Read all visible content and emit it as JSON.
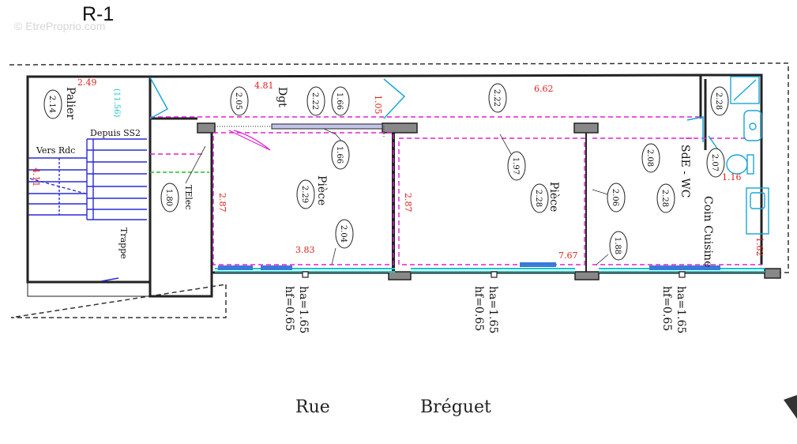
{
  "floor_label": "R-1",
  "watermark": "© EtreProprio.com",
  "rooms": {
    "palier": "Palier",
    "dgt": "Dgt",
    "piece1": "Pièce",
    "piece2": "Pièce",
    "sde_wc": "SdE - WC",
    "coin_cuisine": "Coin Cuisine"
  },
  "stairs": {
    "vers_rdc": "Vers Rdc",
    "depuis_ss2": "Depuis SS2",
    "trappe": "Trappe",
    "telec": "TElec"
  },
  "dimensions_red": {
    "d249": "2.49",
    "d481": "4.81",
    "d105": "1.05",
    "d662": "6.62",
    "d411": "4.11",
    "d287a": "2.87",
    "d287b": "2.87",
    "d383": "3.83",
    "d767": "7.67",
    "d116": "1.16",
    "d162": "1.62"
  },
  "dimension_cyan": "(11.56)",
  "heights": {
    "palier": "2.14",
    "dgt_a": "2.05",
    "dgt_b": "2.22",
    "dgt_c": "1.66",
    "dgt_d": "2.22",
    "sde": "2.28",
    "sde_b": "2.07",
    "stair_col": "1.80",
    "p1_a": "1.66",
    "p1_b": "2.29",
    "p1_c": "2.04",
    "p2_a": "1.97",
    "p2_b": "2.28",
    "p3_a": "2.06",
    "p3_b": "2.08",
    "p3_c": "2.28",
    "p3_d": "1.88"
  },
  "windows": [
    {
      "ha": "ha=1.65",
      "hf": "hf=0.65"
    },
    {
      "ha": "ha=1.65",
      "hf": "hf=0.65"
    },
    {
      "ha": "ha=1.65",
      "hf": "hf=0.65"
    }
  ],
  "street": {
    "rue": "Rue",
    "name": "Bréguet"
  },
  "colors": {
    "walls": "#222222",
    "dashed_magenta": "#e020d8",
    "stairs_blue": "#2a2ad8",
    "cyan": "#19c6c6",
    "dims_red": "#e0201c"
  }
}
